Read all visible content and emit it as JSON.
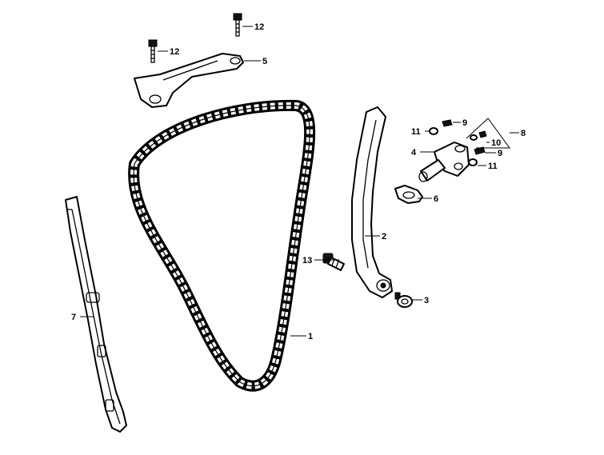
{
  "callouts": {
    "c1": "1",
    "c2": "2",
    "c3": "3",
    "c4": "4",
    "c5": "5",
    "c6": "6",
    "c7": "7",
    "c8": "8",
    "c9a": "9",
    "c9b": "9",
    "c10": "10",
    "c11a": "11",
    "c11b": "11",
    "c12a": "12",
    "c12b": "12",
    "c13": "13"
  },
  "colors": {
    "line": "#000000",
    "background": "#ffffff"
  }
}
